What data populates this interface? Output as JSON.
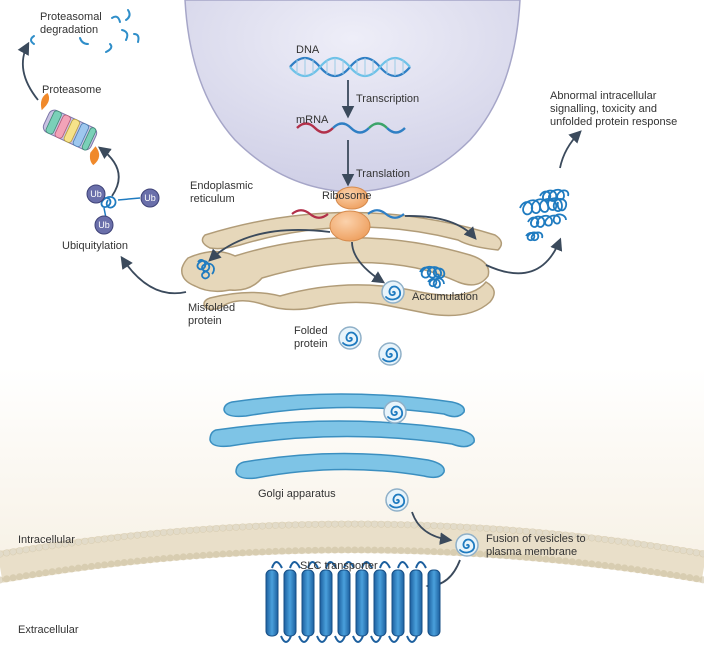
{
  "labels": {
    "proteasomal_degradation": "Proteasomal degradation",
    "proteasome": "Proteasome",
    "ubiquitylation": "Ubiquitylation",
    "ub": "Ub",
    "dna": "DNA",
    "transcription": "Transcription",
    "mrna": "mRNA",
    "translation": "Translation",
    "ribosome": "Ribosome",
    "endoplasmic_reticulum": "Endoplasmic reticulum",
    "misfolded_protein": "Misfolded protein",
    "accumulation": "Accumulation",
    "abnormal_signalling": "Abnormal intracellular signalling, toxicity and unfolded protein response",
    "folded_protein": "Folded protein",
    "golgi_apparatus": "Golgi apparatus",
    "fusion_of_vesicles": "Fusion of vesicles to plasma membrane",
    "intracellular": "Intracellular",
    "slc_transporter": "SLC transporter",
    "extracellular": "Extracellular"
  },
  "colors": {
    "nucleus": "#d9d9ec",
    "er": "#e6d7ba",
    "er_outline": "#b19c78",
    "ribosome": "#f4b482",
    "golgi": "#7ec4e6",
    "golgi_outline": "#3b8fc0",
    "protein": "#1f7bc0",
    "ubiquitin": "#6a6faa",
    "transporter": "#2f7fc4",
    "proteasome_handle": "#f0892a",
    "membrane_bg": "#f3ead8",
    "arrow": "#3b4a5c",
    "text": "#333333"
  }
}
